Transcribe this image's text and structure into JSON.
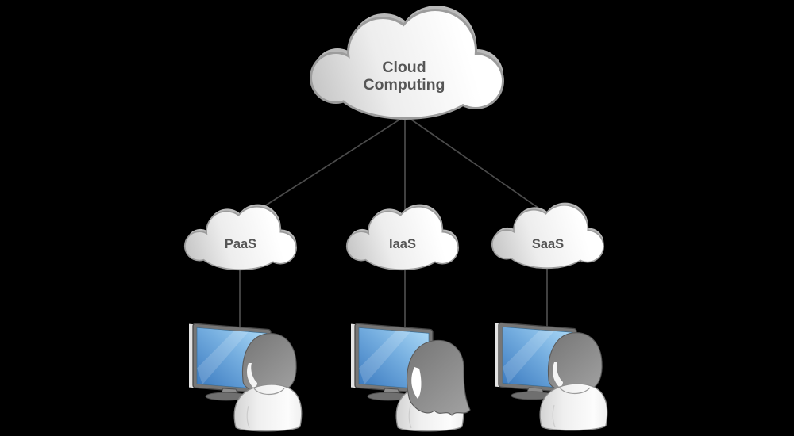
{
  "page": {
    "type": "cloud-computing-hierarchy-diagram",
    "background_color": "#000000"
  },
  "diagram": {
    "root_node": {
      "label": "Cloud Computing",
      "label_line1": "Cloud",
      "label_line2": "Computing",
      "shape": "cloud"
    },
    "service_nodes": [
      {
        "label": "PaaS",
        "shape": "cloud"
      },
      {
        "label": "IaaS",
        "shape": "cloud"
      },
      {
        "label": "SaaS",
        "shape": "cloud"
      }
    ],
    "workstations": [
      {
        "connected_to": "PaaS",
        "user": "male user seated at monitor",
        "screen": "blue"
      },
      {
        "connected_to": "IaaS",
        "user": "female user seated at monitor",
        "screen": "blue"
      },
      {
        "connected_to": "SaaS",
        "user": "male user seated at monitor",
        "screen": "blue"
      }
    ],
    "edges": [
      {
        "from": "Cloud Computing",
        "to": "PaaS"
      },
      {
        "from": "Cloud Computing",
        "to": "IaaS"
      },
      {
        "from": "Cloud Computing",
        "to": "SaaS"
      },
      {
        "from": "PaaS",
        "to": "PaaS workstation"
      },
      {
        "from": "IaaS",
        "to": "IaaS workstation"
      },
      {
        "from": "SaaS",
        "to": "SaaS workstation"
      }
    ]
  },
  "colors": {
    "background": "#000000",
    "cloud_body_light": "#ffffff",
    "cloud_body_shade": "#c4c4c4",
    "cloud_back_rim": "#b9b9b9",
    "cloud_border": "#9c9c9c",
    "label_text": "#565656",
    "connector_line": "#4b4b4b",
    "monitor_frame": "#767676",
    "monitor_stand": "#8d8d8d",
    "screen_blue_dark": "#3d7cc1",
    "screen_blue_light": "#a9d7f5",
    "person_hair_gray": "#8a8a8a",
    "person_shirt": "#f5f5f5"
  }
}
